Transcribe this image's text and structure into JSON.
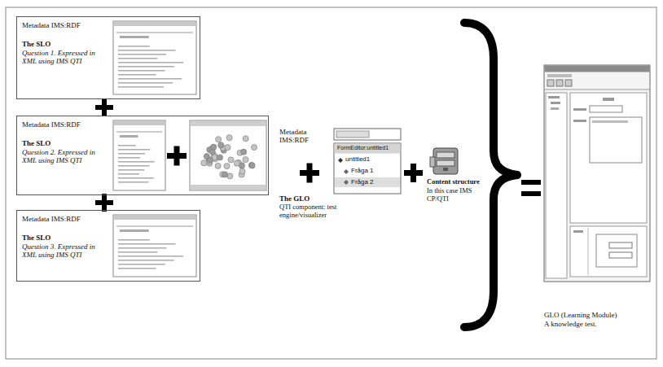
{
  "diagram": {
    "nodes": [
      {
        "text": [
          "Metadata IMS:RDF",
          "The SLO",
          "Question 1. Expressed in XML using IMS QTI"
        ]
      },
      {
        "text": [
          "Metadata IMS:RDF",
          "The SLO",
          "Question 2. Expressed in XML using IMS QTI"
        ]
      },
      {
        "text": [
          "Metadata IMS:RDF",
          "The SLO",
          "Question 3. Expressed in XML using IMS QTI"
        ]
      }
    ],
    "labels": [
      "Metadata IMS:RDF",
      "The GLO",
      "QTI component: test engine/visualizer",
      "FormEditor:untitled1",
      "untitled1",
      "Fråga 1",
      "Fråga 2",
      "Content structure",
      "In this case IMS CP/QTI",
      "GLO (Learning Module)",
      "A knowledge test."
    ]
  }
}
